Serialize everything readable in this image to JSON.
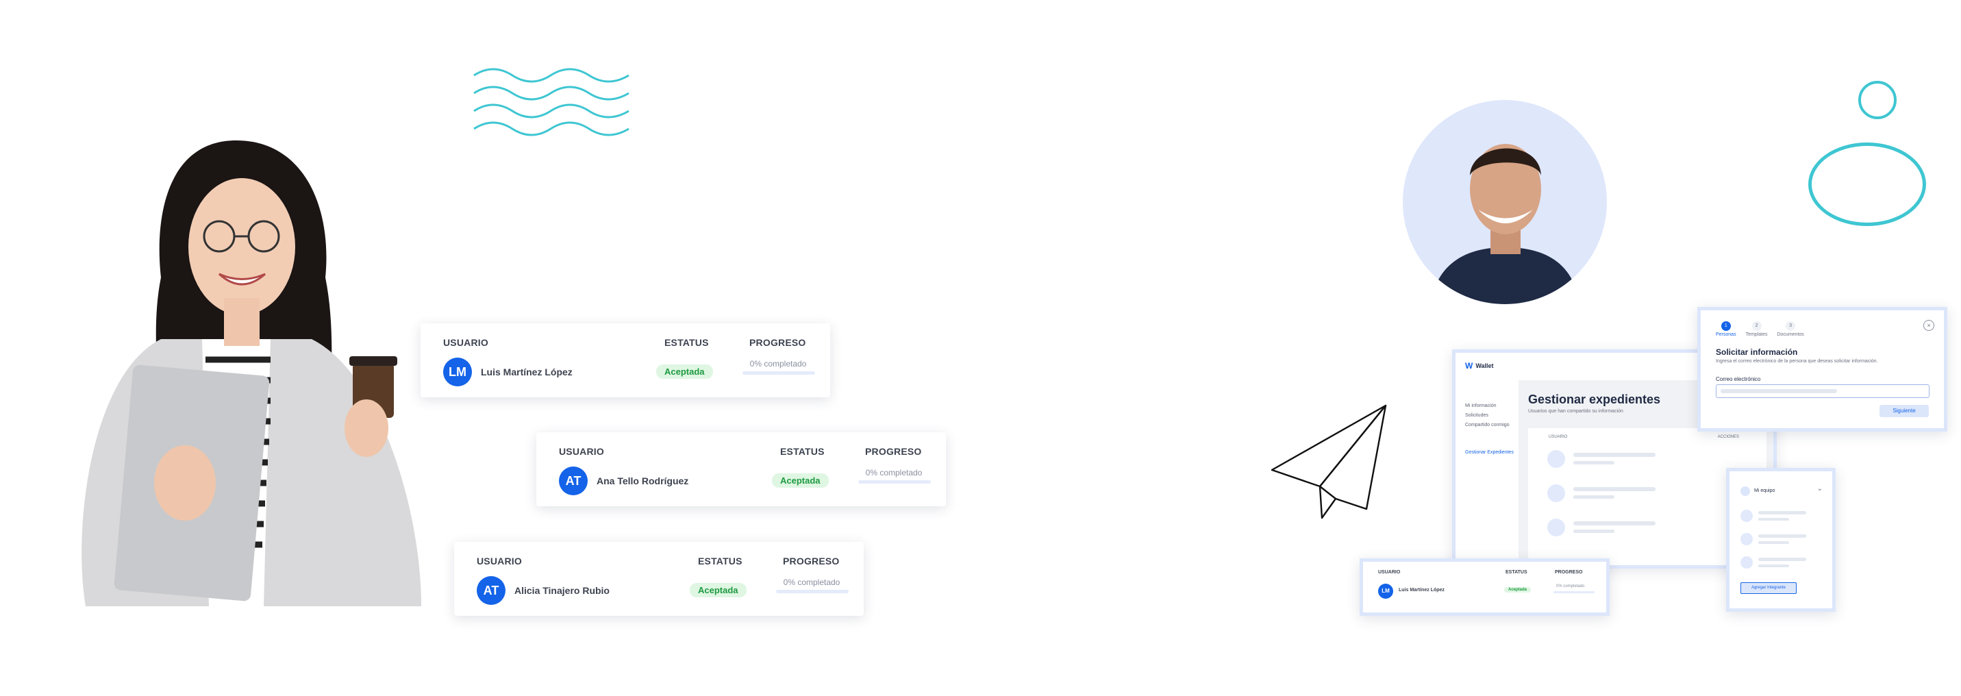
{
  "cards": [
    {
      "col_user": "USUARIO",
      "col_status": "ESTATUS",
      "col_progress": "PROGRESO",
      "initials": "LM",
      "name": "Luis Martínez López",
      "status": "Aceptada",
      "progress_text": "0% completado",
      "progress": 0
    },
    {
      "col_user": "USUARIO",
      "col_status": "ESTATUS",
      "col_progress": "PROGRESO",
      "initials": "AT",
      "name": "Ana Tello Rodríguez",
      "status": "Aceptada",
      "progress_text": "0% completado",
      "progress": 0
    },
    {
      "col_user": "USUARIO",
      "col_status": "ESTATUS",
      "col_progress": "PROGRESO",
      "initials": "AT",
      "name": "Alicia Tinajero Rubio",
      "status": "Aceptada",
      "progress_text": "0% completado",
      "progress": 0
    }
  ],
  "wallet": {
    "logo": "Wallet",
    "sidebar": [
      "Mi información",
      "Solicitudes",
      "Compartido conmigo",
      "Gestionar Expedientes"
    ],
    "title": "Gestionar expedientes",
    "subtitle": "Usuarios que han compartido su información",
    "col_user": "USUARIO",
    "col_actions": "ACCIONES"
  },
  "modal": {
    "steps": [
      {
        "n": "1",
        "label": "Personas"
      },
      {
        "n": "2",
        "label": "Templates"
      },
      {
        "n": "3",
        "label": "Documentos"
      }
    ],
    "title": "Solicitar información",
    "desc": "Ingresa el correo electrónico de la persona que deseas solicitar información.",
    "field_label": "Correo electrónico",
    "next_button": "Siguiente"
  },
  "small_card": {
    "col_user": "USUARIO",
    "col_status": "ESTATUS",
    "col_progress": "PROGRESO",
    "initials": "LM",
    "name": "Luis Martínez López",
    "status": "Aceptada",
    "progress_text": "0% completado"
  },
  "team_card": {
    "title": "Mi equipo",
    "add_button": "Agregar Integrante"
  },
  "colors": {
    "accent": "#1463e8",
    "teal": "#3ec6d2",
    "success": "#1e9a40",
    "success_bg": "#dff6e3"
  }
}
